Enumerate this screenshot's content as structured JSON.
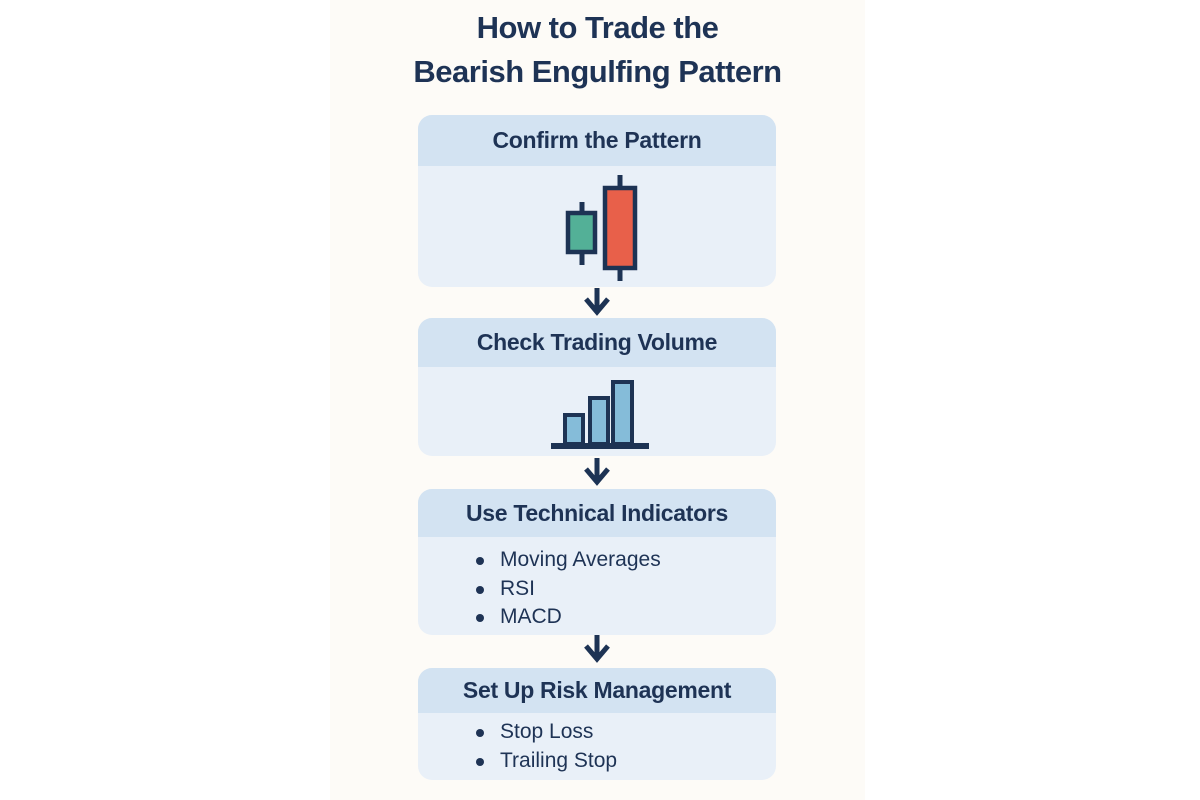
{
  "title": {
    "line1": "How to Trade the",
    "line2": "Bearish Engulfing Pattern"
  },
  "steps": [
    {
      "header": "Confirm the Pattern",
      "illustration": "bearish-engulfing-candlesticks",
      "bullets": []
    },
    {
      "header": "Check Trading Volume",
      "illustration": "rising-volume-bars",
      "bullets": []
    },
    {
      "header": "Use Technical Indicators",
      "illustration": null,
      "bullets": [
        "Moving Averages",
        "RSI",
        "MACD"
      ]
    },
    {
      "header": "Set Up Risk Management",
      "illustration": null,
      "bullets": [
        "Stop Loss",
        "Trailing Stop"
      ]
    }
  ],
  "icons": {
    "connector": "down-arrow"
  },
  "colors": {
    "text_navy": "#1e3355",
    "outline_navy": "#1d3354",
    "header_bg": "#d3e3f2",
    "body_bg": "#e9f0f8",
    "panel_bg": "#fdfbf7",
    "page_bg": "#ffffff",
    "bullish_candle_green": "#53b097",
    "bearish_candle_red": "#e8604a",
    "volume_bar_blue": "#85bcd9"
  }
}
